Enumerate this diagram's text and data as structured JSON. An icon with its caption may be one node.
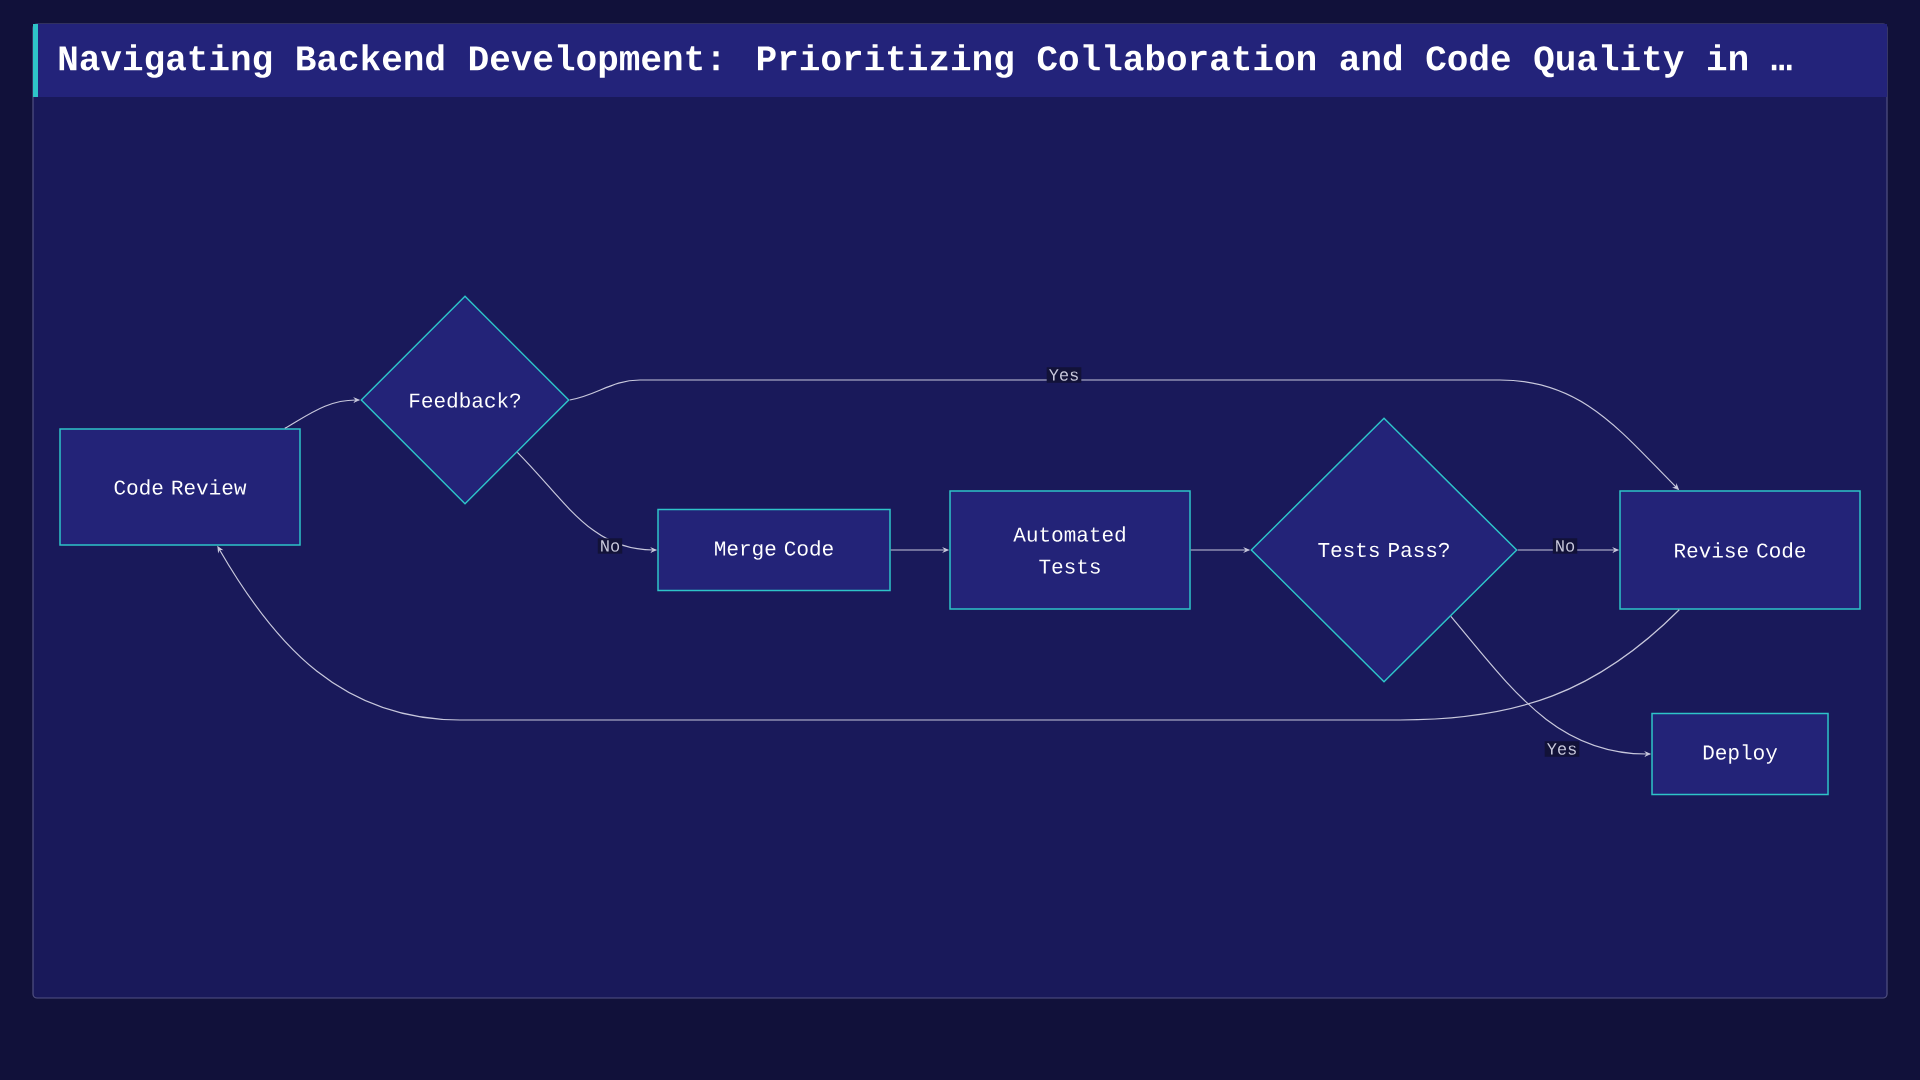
{
  "diagram": {
    "title": "Navigating Backend Development: Prioritizing Collaboration and Code Quality in …",
    "nodes": [
      {
        "text": [
          "Code Review"
        ]
      },
      {
        "text": [
          "Feedback?"
        ]
      },
      {
        "text": [
          "Merge Code"
        ]
      },
      {
        "text": [
          "Automated Tests"
        ]
      },
      {
        "text": [
          "Tests Pass?"
        ]
      },
      {
        "text": [
          "Revise Code"
        ]
      },
      {
        "text": [
          "Deploy"
        ]
      }
    ],
    "edges": [
      {
        "from": 0,
        "to": 1,
        "arrow": "to"
      },
      {
        "from": 1,
        "to": 5,
        "arrow": "to",
        "label": "Yes"
      },
      {
        "from": 1,
        "to": 2,
        "arrow": "to",
        "label": "No"
      },
      {
        "from": 2,
        "to": 3,
        "arrow": "to"
      },
      {
        "from": 3,
        "to": 4,
        "arrow": "to"
      },
      {
        "from": 4,
        "to": 5,
        "arrow": "to",
        "label": "No"
      },
      {
        "from": 4,
        "to": 6,
        "arrow": "to",
        "label": "Yes"
      },
      {
        "from": 5,
        "to": 0,
        "arrow": "to"
      }
    ]
  }
}
